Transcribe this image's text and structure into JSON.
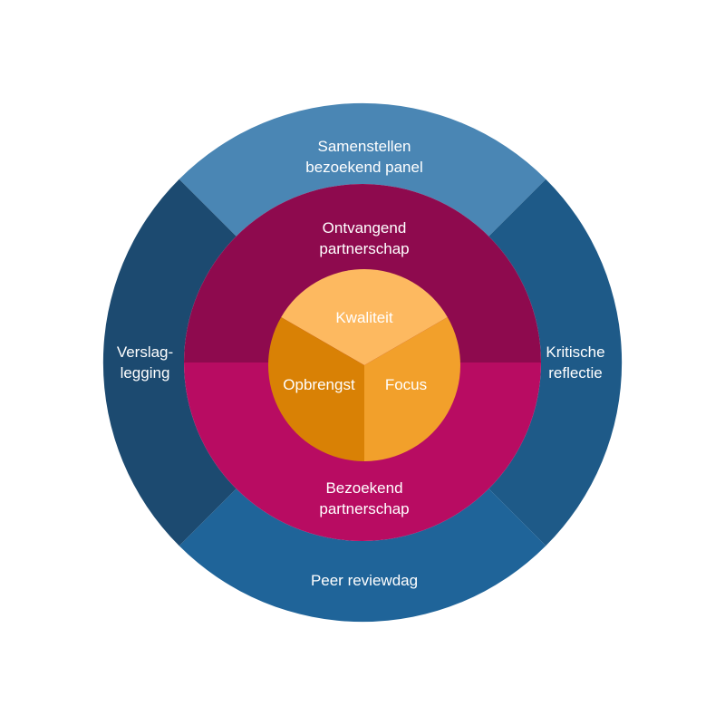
{
  "diagram": {
    "outer_ring": [
      {
        "line1": "Samenstellen",
        "line2": "bezoekend panel",
        "color": "#4A86B4"
      },
      {
        "line1": "Kritische",
        "line2": "reflectie",
        "color": "#1E5A88"
      },
      {
        "line1": "Peer reviewdag",
        "line2": "",
        "color": "#1F6499"
      },
      {
        "line1": "Verslag-",
        "line2": "legging",
        "color": "#1C4A70"
      }
    ],
    "middle_ring": [
      {
        "line1": "Ontvangend",
        "line2": "partnerschap",
        "color": "#8E0A4E"
      },
      {
        "line1": "Bezoekend",
        "line2": "partnerschap",
        "color": "#B80C62"
      }
    ],
    "core": [
      {
        "label": "Kwaliteit",
        "color": "#FDB960"
      },
      {
        "label": "Focus",
        "color": "#F2A02B"
      },
      {
        "label": "Opbrengst",
        "color": "#D98105"
      }
    ]
  }
}
